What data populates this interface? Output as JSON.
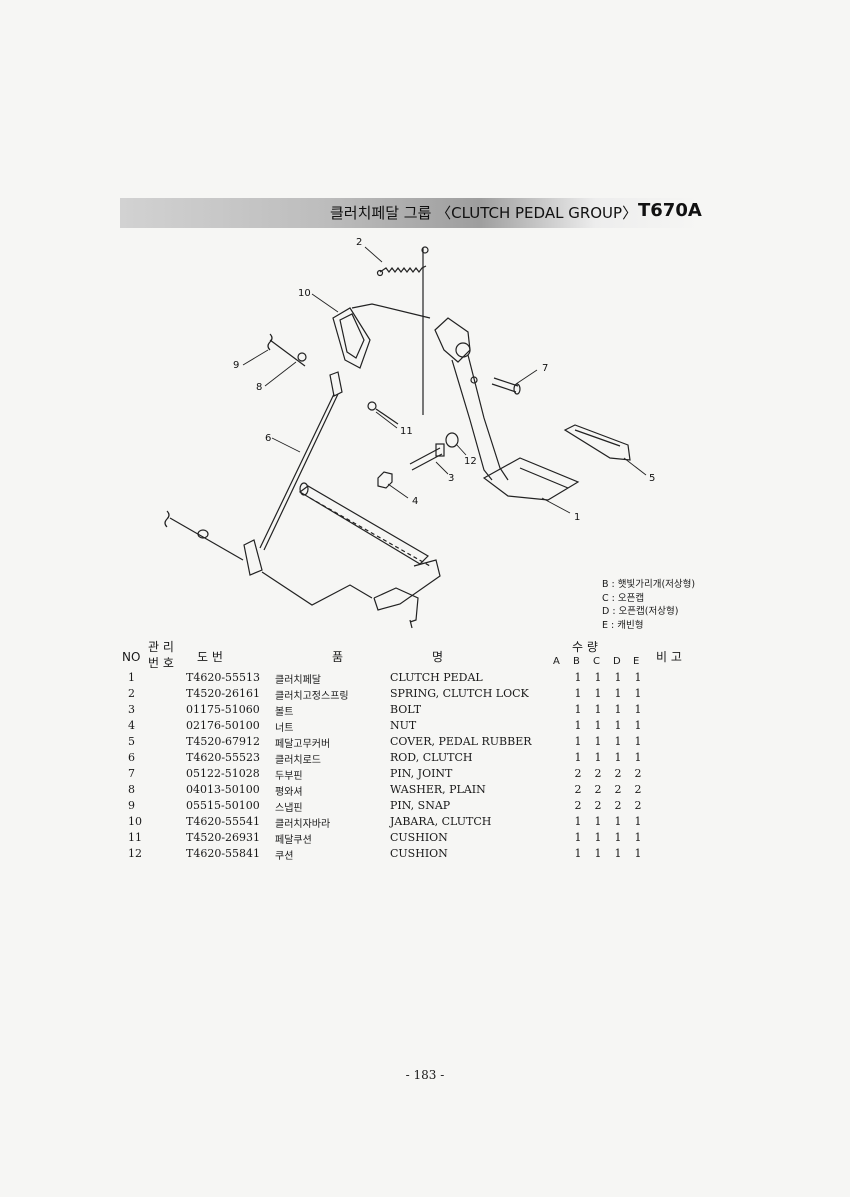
{
  "header": {
    "title": "클러치페달 그룹 〈CLUTCH PEDAL GROUP〉",
    "model": "T670A"
  },
  "diagram": {
    "callouts": [
      "1",
      "2",
      "3",
      "4",
      "5",
      "6",
      "7",
      "8",
      "9",
      "10",
      "11",
      "12"
    ]
  },
  "legend": [
    "B : 햇빛가리개(저상형)",
    "C : 오픈캡",
    "D : 오픈캡(저상형)",
    "E : 캐빈형"
  ],
  "table": {
    "headers": {
      "no": "NO",
      "mgmt_top": "관 리",
      "mgmt_bottom": "번 호",
      "drawing_no": "도   번",
      "name_left": "품",
      "name_right": "명",
      "qty": "수    량",
      "qty_cols": [
        "A",
        "B",
        "C",
        "D",
        "E"
      ],
      "remarks": "비  고"
    },
    "rows": [
      {
        "no": "1",
        "part": "T4620-55513",
        "kr": "클러치페달",
        "en": "CLUTCH PEDAL",
        "qty": [
          "1",
          "1",
          "1",
          "1"
        ]
      },
      {
        "no": "2",
        "part": "T4520-26161",
        "kr": "클러치고정스프링",
        "en": "SPRING, CLUTCH LOCK",
        "qty": [
          "1",
          "1",
          "1",
          "1"
        ]
      },
      {
        "no": "3",
        "part": "01175-51060",
        "kr": "볼트",
        "en": "BOLT",
        "qty": [
          "1",
          "1",
          "1",
          "1"
        ]
      },
      {
        "no": "4",
        "part": "02176-50100",
        "kr": "너트",
        "en": "NUT",
        "qty": [
          "1",
          "1",
          "1",
          "1"
        ]
      },
      {
        "no": "5",
        "part": "T4520-67912",
        "kr": "페달고무커버",
        "en": "COVER, PEDAL RUBBER",
        "qty": [
          "1",
          "1",
          "1",
          "1"
        ]
      },
      {
        "no": "6",
        "part": "T4620-55523",
        "kr": "클러치로드",
        "en": "ROD, CLUTCH",
        "qty": [
          "1",
          "1",
          "1",
          "1"
        ]
      },
      {
        "no": "7",
        "part": "05122-51028",
        "kr": "두부핀",
        "en": "PIN, JOINT",
        "qty": [
          "2",
          "2",
          "2",
          "2"
        ]
      },
      {
        "no": "8",
        "part": "04013-50100",
        "kr": "평와셔",
        "en": "WASHER, PLAIN",
        "qty": [
          "2",
          "2",
          "2",
          "2"
        ]
      },
      {
        "no": "9",
        "part": "05515-50100",
        "kr": "스냅핀",
        "en": "PIN, SNAP",
        "qty": [
          "2",
          "2",
          "2",
          "2"
        ]
      },
      {
        "no": "10",
        "part": "T4620-55541",
        "kr": "클러치자바라",
        "en": "JABARA, CLUTCH",
        "qty": [
          "1",
          "1",
          "1",
          "1"
        ]
      },
      {
        "no": "11",
        "part": "T4520-26931",
        "kr": "페달쿠션",
        "en": "CUSHION",
        "qty": [
          "1",
          "1",
          "1",
          "1"
        ]
      },
      {
        "no": "12",
        "part": "T4620-55841",
        "kr": "쿠션",
        "en": "CUSHION",
        "qty": [
          "1",
          "1",
          "1",
          "1"
        ]
      }
    ]
  },
  "footer": {
    "page_number": "- 183 -"
  }
}
